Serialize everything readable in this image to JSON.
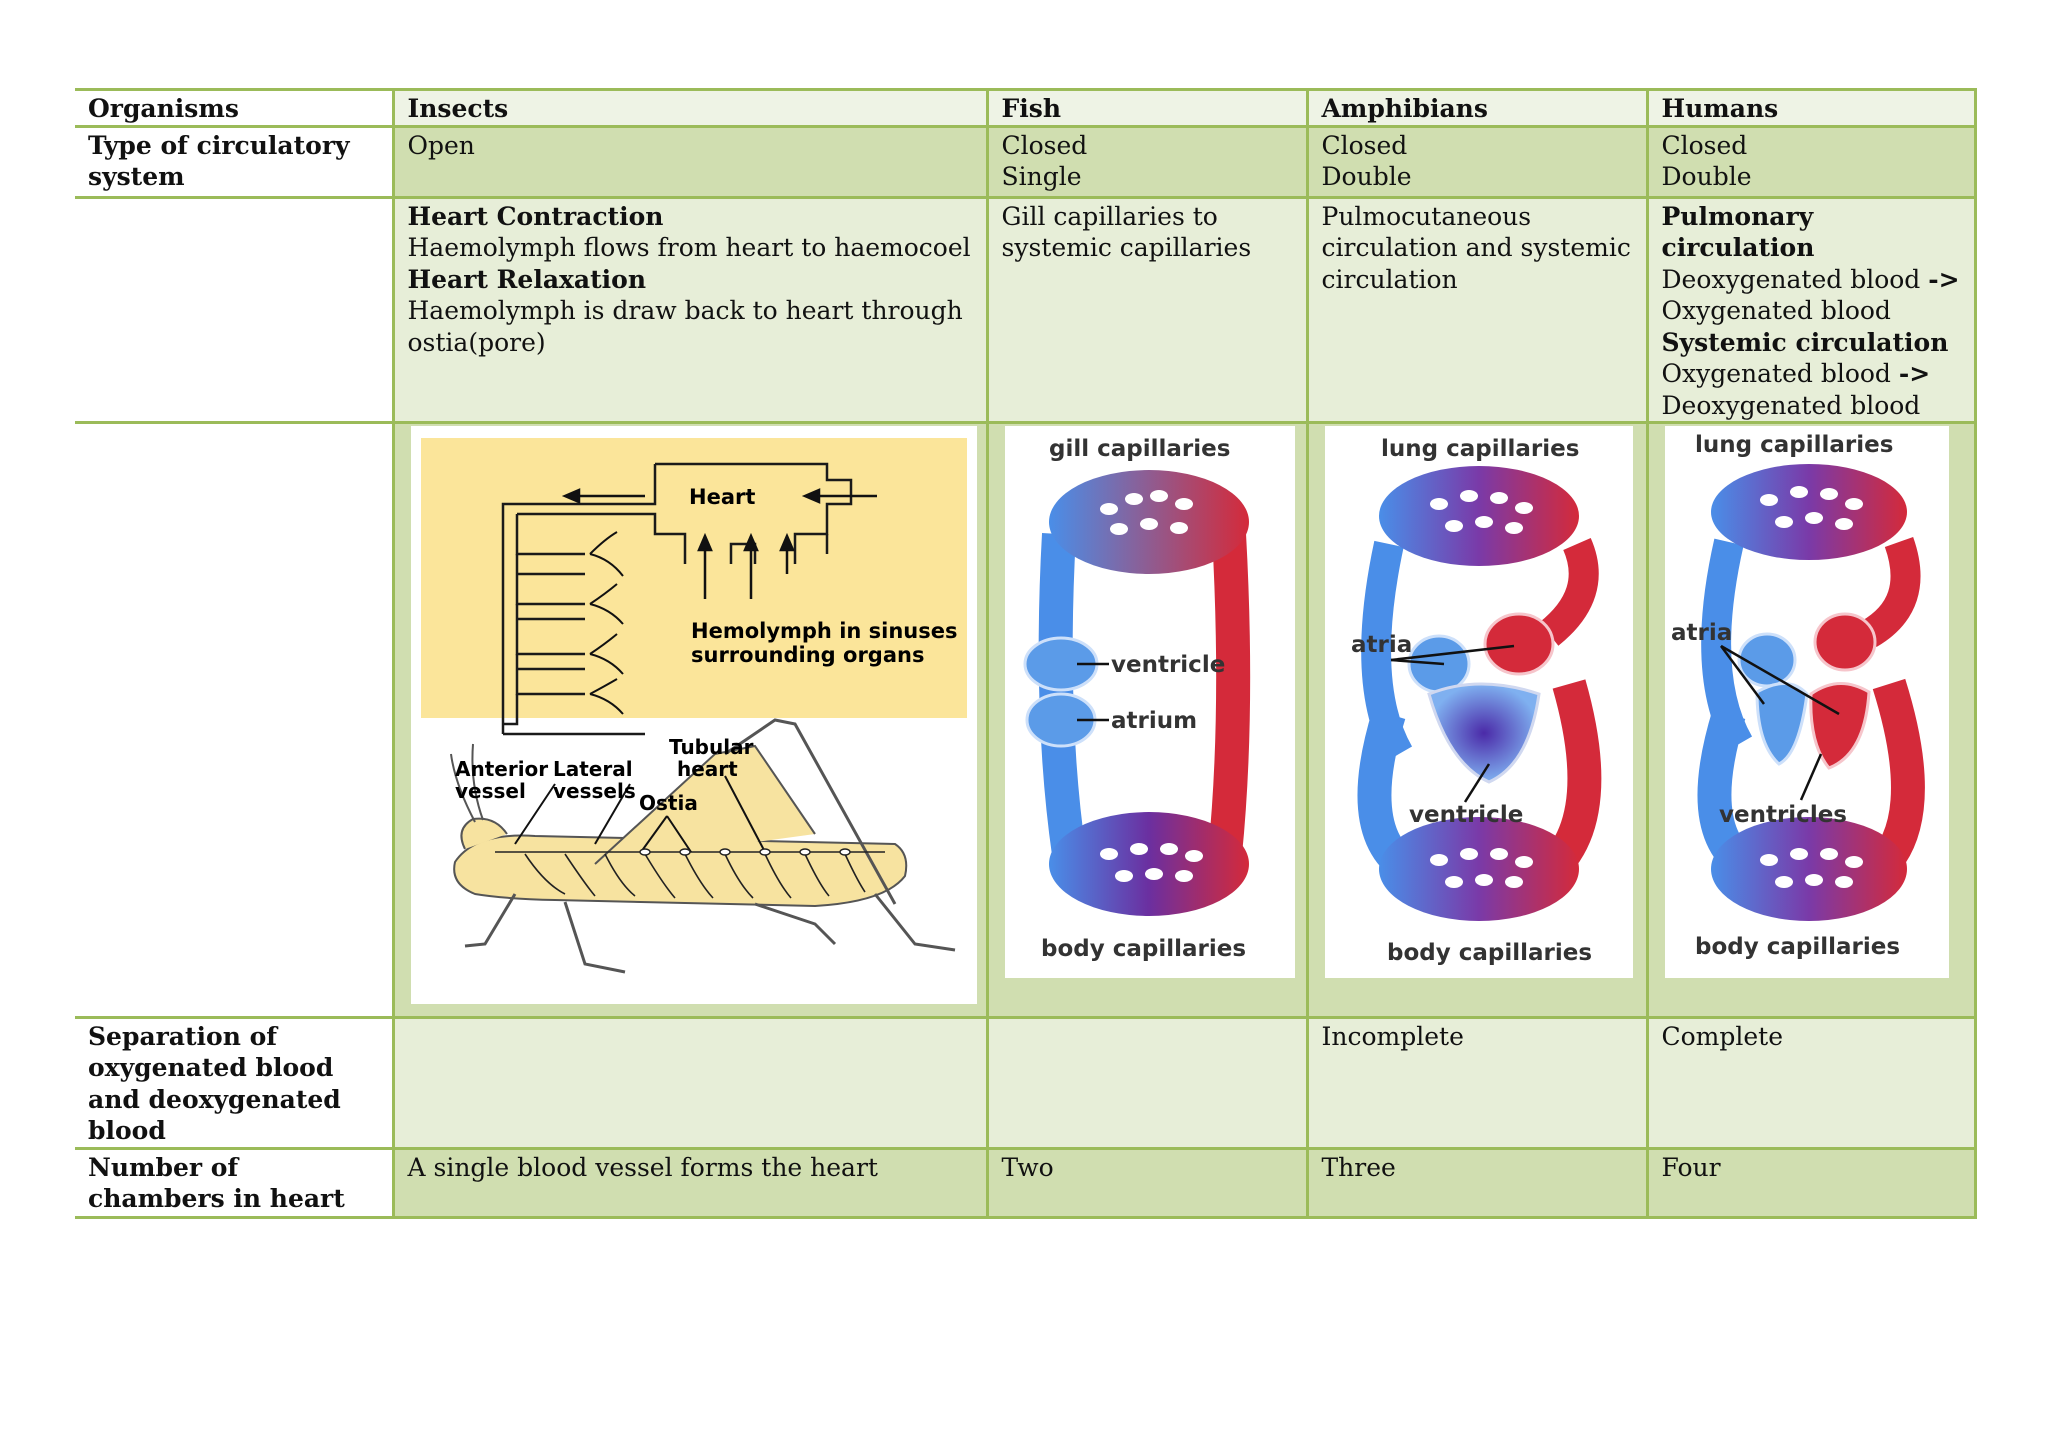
{
  "header": {
    "organisms": "Organisms",
    "insects": "Insects",
    "fish": "Fish",
    "amphibians": "Amphibians",
    "humans": "Humans"
  },
  "type_row": {
    "label": "Type of circulatory system",
    "insects": "Open",
    "fish_1": "Closed",
    "fish_2": "Single",
    "amph_1": "Closed",
    "amph_2": "Double",
    "hum_1": "Closed",
    "hum_2": "Double"
  },
  "flow_row": {
    "insects_b1": "Heart Contraction",
    "insects_t1": "Haemolymph flows from heart to haemocoel",
    "insects_b2": "Heart Relaxation",
    "insects_t2": "Haemolymph is draw back to heart through ostia(pore)",
    "fish": "Gill capillaries to systemic capillaries",
    "amph": "Pulmocutaneous circulation and systemic circulation",
    "hum_b1": "Pulmonary circulation",
    "hum_t1a": "Deoxygenated blood ",
    "hum_arrow": "->",
    "hum_t1b": "Oxygenated blood",
    "hum_b2": "Systemic circulation",
    "hum_t2a": "Oxygenated blood ",
    "hum_t2b": "Deoxygenated blood"
  },
  "diagrams": {
    "insect_top": {
      "heart": "Heart",
      "hemo1": "Hemolymph in sinuses",
      "hemo2": "surrounding organs"
    },
    "insect_bottom": {
      "anterior1": "Anterior",
      "anterior2": "vessel",
      "lateral1": "Lateral",
      "lateral2": "vessels",
      "tubular1": "Tubular",
      "tubular2": "heart",
      "ostia": "Ostia"
    },
    "fish": {
      "top": "gill capillaries",
      "ventricle": "ventricle",
      "atrium": "atrium",
      "bottom": "body capillaries"
    },
    "amph": {
      "top": "lung capillaries",
      "atria": "atria",
      "ventricle": "ventricle",
      "bottom": "body capillaries"
    },
    "hum": {
      "top": "lung capillaries",
      "atria": "atria",
      "ventricles": "ventricles",
      "bottom": "body capillaries"
    },
    "colors": {
      "oxygenated": "#d42a3a",
      "deoxygenated": "#4a8ee8",
      "insect_bg": "#fbe59a",
      "insect_body": "#f7e3a0"
    }
  },
  "separation_row": {
    "label": "Separation of oxygenated blood and deoxygenated blood",
    "amph": "Incomplete",
    "hum": "Complete"
  },
  "chambers_row": {
    "label": "Number of chambers in heart",
    "insects": "A single blood vessel forms the heart",
    "fish": "Two",
    "amph": "Three",
    "hum": "Four"
  }
}
